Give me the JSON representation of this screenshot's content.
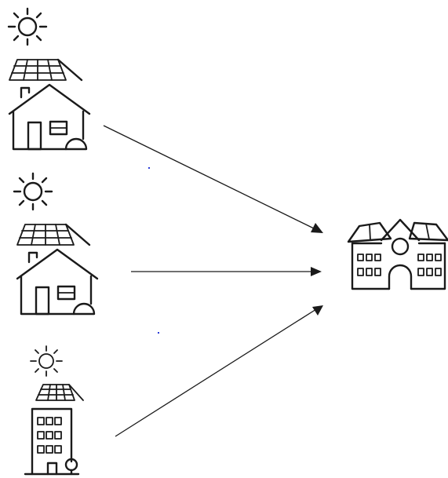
{
  "diagram": {
    "description": "",
    "colors": {
      "ink": "#1a1a1a",
      "background": "#ffffff",
      "speck": "#2a3bd8"
    },
    "nodes": [
      {
        "id": "house-top",
        "icon": "solar-house-icon"
      },
      {
        "id": "house-middle",
        "icon": "solar-house-icon"
      },
      {
        "id": "apartment-bottom",
        "icon": "solar-apartment-icon"
      },
      {
        "id": "school",
        "icon": "school-building-icon"
      }
    ],
    "edges": [
      {
        "from": "house-top",
        "to": "school"
      },
      {
        "from": "house-middle",
        "to": "school"
      },
      {
        "from": "apartment-bottom",
        "to": "school"
      }
    ]
  }
}
